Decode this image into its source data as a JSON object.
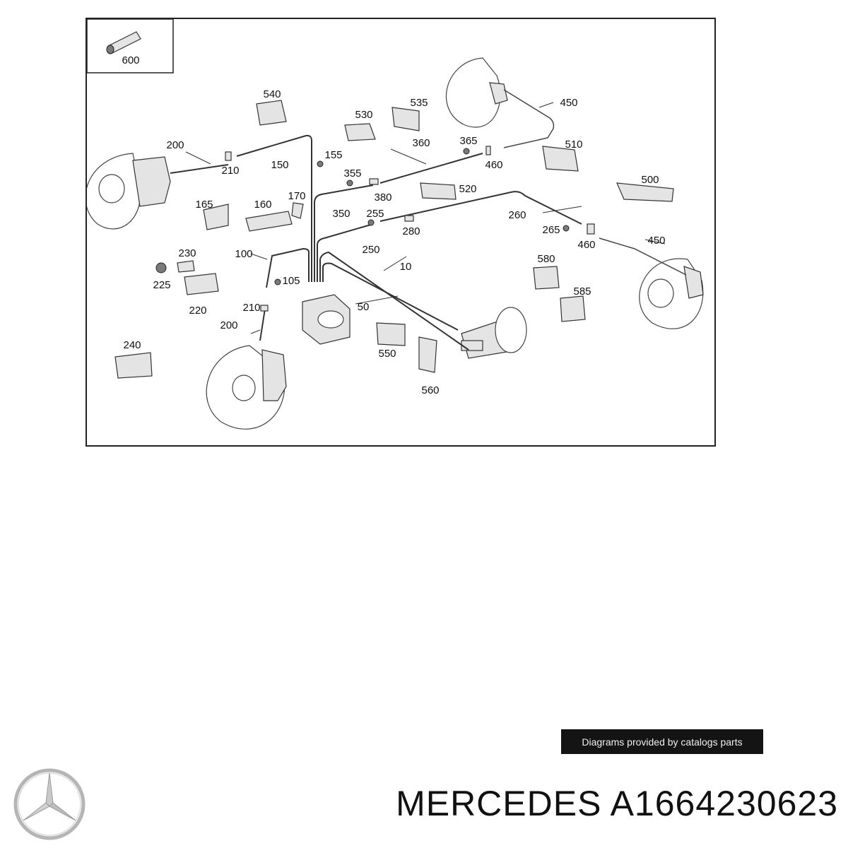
{
  "inset": {
    "label": "600"
  },
  "callouts": {
    "c540": "540",
    "c535": "535",
    "c530": "530",
    "c450a": "450",
    "c200a": "200",
    "c210a": "210",
    "c150": "150",
    "c155": "155",
    "c360": "360",
    "c365": "365",
    "c460a": "460",
    "c510": "510",
    "c355": "355",
    "c380": "380",
    "c520": "520",
    "c500": "500",
    "c165": "165",
    "c160": "160",
    "c170": "170",
    "c350": "350",
    "c255": "255",
    "c280": "280",
    "c260": "260",
    "c265": "265",
    "c460b": "460",
    "c450b": "450",
    "c230": "230",
    "c100": "100",
    "c250": "250",
    "c10": "10",
    "c225": "225",
    "c105": "105",
    "c580": "580",
    "c585": "585",
    "c220": "220",
    "c210b": "210",
    "c50": "50",
    "c200b": "200",
    "c240": "240",
    "c550": "550",
    "c560": "560"
  },
  "credit": "Diagrams provided by catalogs parts",
  "title": "MERCEDES A1664230623",
  "logo": "mercedes-star-icon",
  "colors": {
    "ink": "#222222",
    "badge": "#141414"
  }
}
